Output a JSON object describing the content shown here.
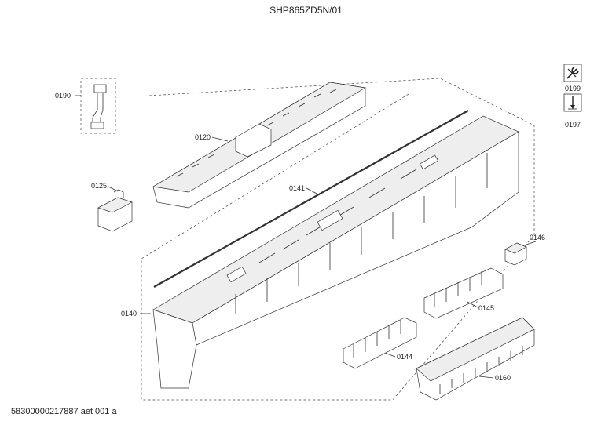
{
  "title": "SHP865ZD5N/01",
  "footer": "58300000217887 aet 001 a",
  "parts": [
    {
      "id": "0190"
    },
    {
      "id": "0120"
    },
    {
      "id": "0125"
    },
    {
      "id": "0141"
    },
    {
      "id": "0140"
    },
    {
      "id": "0146"
    },
    {
      "id": "0145"
    },
    {
      "id": "0144"
    },
    {
      "id": "0160"
    }
  ],
  "tools": [
    {
      "id": "0199",
      "icon": "wrench-screwdriver-icon"
    },
    {
      "id": "0197",
      "icon": "screwdriver-torque-icon"
    }
  ]
}
